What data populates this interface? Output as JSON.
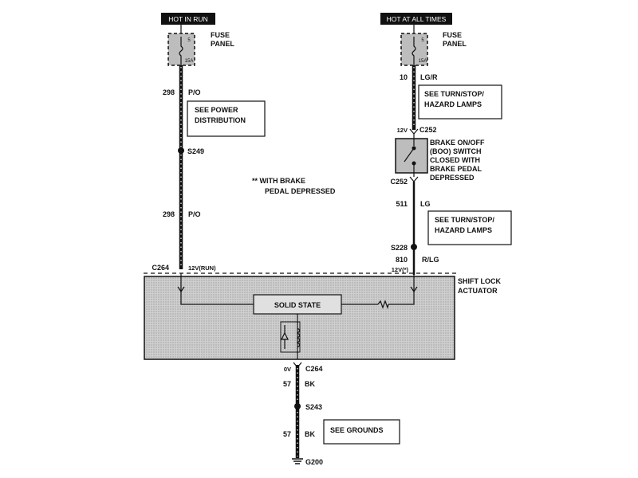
{
  "tags": {
    "left": "HOT IN RUN",
    "right": "HOT AT ALL TIMES"
  },
  "fuses": {
    "left": {
      "label_line1": "FUSE",
      "label_line2": "PANEL",
      "number": "5",
      "rating": "15A"
    },
    "right": {
      "label_line1": "FUSE",
      "label_line2": "PANEL",
      "number": "5",
      "rating": "15A"
    }
  },
  "left_circuit": {
    "wire_top_number": "298",
    "wire_top_color": "P/O",
    "see_box_line1": "SEE POWER",
    "see_box_line2": "DISTRIBUTION",
    "splice": "S249",
    "wire_bottom_number": "298",
    "wire_bottom_color": "P/O",
    "connector": "C264",
    "voltage": "12V(RUN)"
  },
  "note": {
    "line1": "** WITH BRAKE",
    "line2": "PEDAL DEPRESSED"
  },
  "right_circuit": {
    "wire_top_number": "10",
    "wire_top_color": "LG/R",
    "see_box1_line1": "SEE TURN/STOP/",
    "see_box1_line2": "HAZARD LAMPS",
    "connector_top": "C252",
    "voltage_top": "12V",
    "switch_line1": "BRAKE ON/OFF",
    "switch_line2": "(BOO) SWITCH",
    "switch_line3": "CLOSED WITH",
    "switch_line4": "BRAKE PEDAL",
    "switch_line5": "DEPRESSED",
    "connector_bottom": "C252",
    "wire_mid_number": "511",
    "wire_mid_color": "LG",
    "see_box2_line1": "SEE TURN/STOP/",
    "see_box2_line2": "HAZARD LAMPS",
    "splice": "S228",
    "wire_bottom_number": "810",
    "wire_bottom_color": "R/LG",
    "voltage_bottom": "12V(*)"
  },
  "actuator": {
    "label_line1": "SHIFT LOCK",
    "label_line2": "ACTUATOR",
    "module": "SOLID STATE"
  },
  "ground_circuit": {
    "voltage": "0V",
    "connector": "C264",
    "wire_top_number": "57",
    "wire_top_color": "BK",
    "splice": "S243",
    "wire_bottom_number": "57",
    "wire_bottom_color": "BK",
    "see_box": "SEE GROUNDS",
    "ground": "G200"
  },
  "colors": {
    "ink": "#111111",
    "actuator_fill": "#c9c9c9",
    "fuse_fill": "#bdbdbd",
    "tag_fill": "#111111"
  }
}
